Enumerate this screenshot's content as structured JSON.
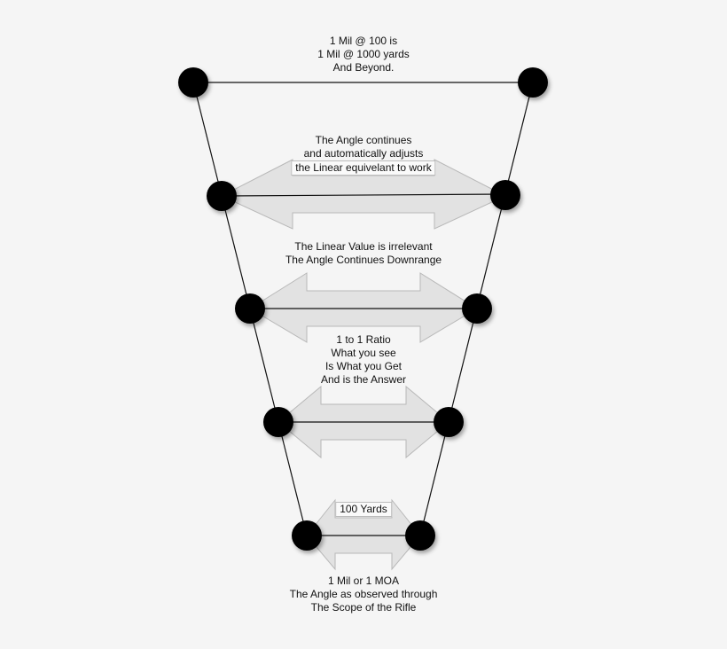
{
  "diagram": {
    "top_text": [
      "1 Mil @ 100 is",
      "1 Mil @ 1000 yards",
      "And Beyond."
    ],
    "angle_text": [
      "The Angle continues",
      "and automatically adjusts",
      "the Linear equivelant to work"
    ],
    "linear_text": [
      "The Linear Value is irrelevant",
      "The Angle Continues Downrange"
    ],
    "ratio_text": [
      "1 to 1 Ratio",
      "What you see",
      "Is What you Get",
      "And is the Answer"
    ],
    "yards_label": "100 Yards",
    "bottom_text": [
      "1 Mil or 1 MOA",
      "The Angle as observed through",
      "The Scope of the Rifle"
    ]
  }
}
